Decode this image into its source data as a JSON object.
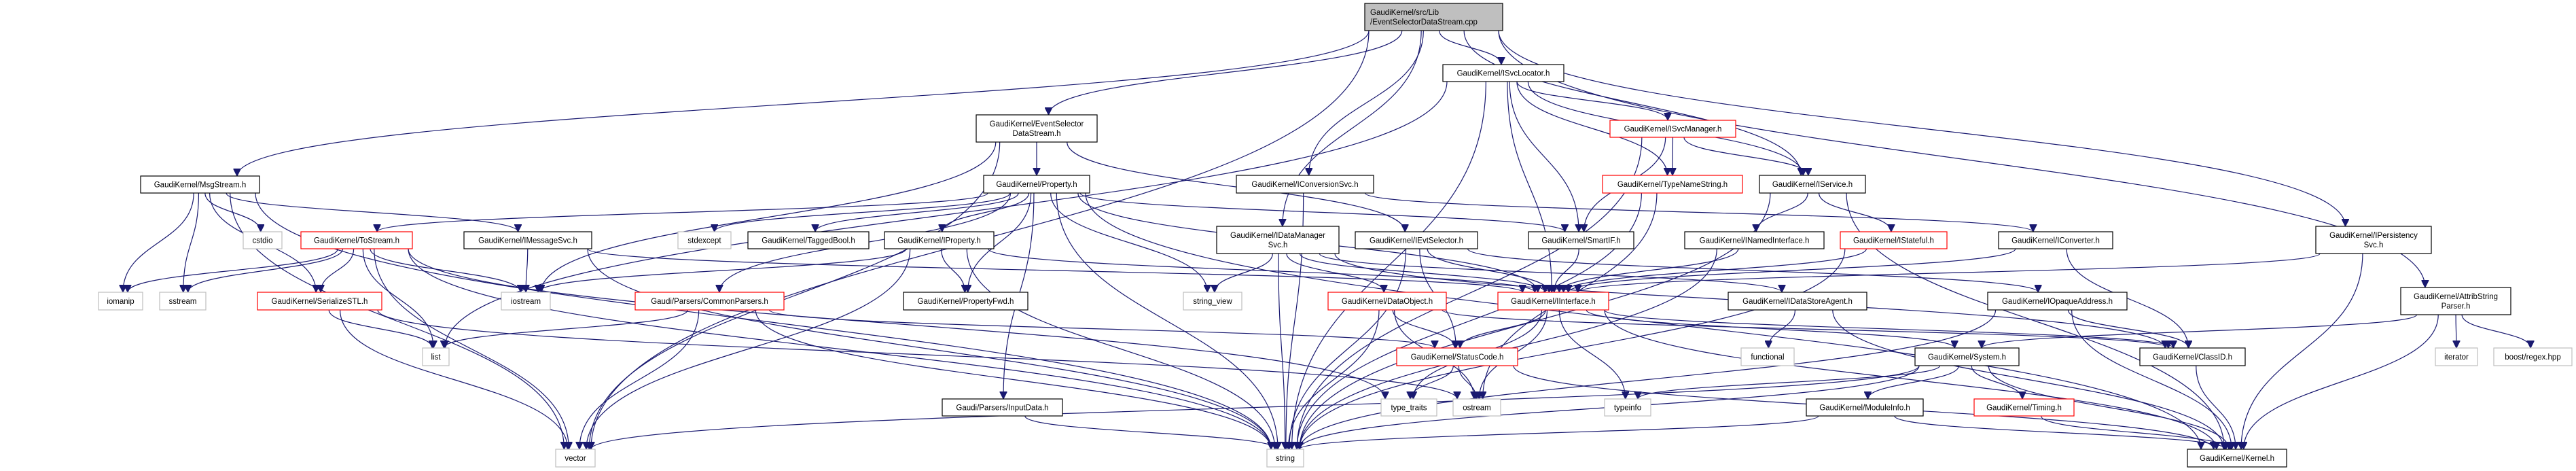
{
  "title": "GaudiKernel/src/Lib/EventSelectorDataStream.cpp include dependency graph",
  "colors": {
    "edge": "#191970",
    "root_fill": "#bfbfbf",
    "node_border": "#000000",
    "truncated_border": "#ff0000",
    "external_border": "#bfbfbf"
  },
  "nodes": [
    {
      "id": "root",
      "lines": [
        "GaudiKernel/src/Lib",
        "/EventSelectorDataStream.cpp"
      ],
      "kind": "root"
    },
    {
      "id": "svclocator",
      "lines": [
        "GaudiKernel/ISvcLocator.h"
      ],
      "kind": "normal"
    },
    {
      "id": "esds_h",
      "lines": [
        "GaudiKernel/EventSelector",
        "DataStream.h"
      ],
      "kind": "normal"
    },
    {
      "id": "svcmanager",
      "lines": [
        "GaudiKernel/ISvcManager.h"
      ],
      "kind": "red"
    },
    {
      "id": "msgstream",
      "lines": [
        "GaudiKernel/MsgStream.h"
      ],
      "kind": "normal"
    },
    {
      "id": "property",
      "lines": [
        "GaudiKernel/Property.h"
      ],
      "kind": "normal"
    },
    {
      "id": "conversionsvc",
      "lines": [
        "GaudiKernel/IConversionSvc.h"
      ],
      "kind": "normal"
    },
    {
      "id": "typenamestring",
      "lines": [
        "GaudiKernel/TypeNameString.h"
      ],
      "kind": "red"
    },
    {
      "id": "iservice",
      "lines": [
        "GaudiKernel/IService.h"
      ],
      "kind": "normal"
    },
    {
      "id": "cstdio",
      "lines": [
        "cstdio"
      ],
      "kind": "gray"
    },
    {
      "id": "tostream",
      "lines": [
        "GaudiKernel/ToStream.h"
      ],
      "kind": "red"
    },
    {
      "id": "imessagesvc",
      "lines": [
        "GaudiKernel/IMessageSvc.h"
      ],
      "kind": "normal"
    },
    {
      "id": "stdexcept",
      "lines": [
        "stdexcept"
      ],
      "kind": "gray"
    },
    {
      "id": "taggedbool",
      "lines": [
        "GaudiKernel/TaggedBool.h"
      ],
      "kind": "normal"
    },
    {
      "id": "iproperty",
      "lines": [
        "GaudiKernel/IProperty.h"
      ],
      "kind": "normal"
    },
    {
      "id": "idatamanagersvc",
      "lines": [
        "GaudiKernel/IDataManager",
        "Svc.h"
      ],
      "kind": "normal"
    },
    {
      "id": "ievtselector",
      "lines": [
        "GaudiKernel/IEvtSelector.h"
      ],
      "kind": "normal"
    },
    {
      "id": "smartif",
      "lines": [
        "GaudiKernel/SmartIF.h"
      ],
      "kind": "normal"
    },
    {
      "id": "inamedinterface",
      "lines": [
        "GaudiKernel/INamedInterface.h"
      ],
      "kind": "normal"
    },
    {
      "id": "istateful",
      "lines": [
        "GaudiKernel/IStateful.h"
      ],
      "kind": "red"
    },
    {
      "id": "iconverter",
      "lines": [
        "GaudiKernel/IConverter.h"
      ],
      "kind": "normal"
    },
    {
      "id": "ipersistencysvc",
      "lines": [
        "GaudiKernel/IPersistency",
        "Svc.h"
      ],
      "kind": "normal"
    },
    {
      "id": "iomanip",
      "lines": [
        "iomanip"
      ],
      "kind": "gray"
    },
    {
      "id": "sstream",
      "lines": [
        "sstream"
      ],
      "kind": "gray"
    },
    {
      "id": "serializestl",
      "lines": [
        "GaudiKernel/SerializeSTL.h"
      ],
      "kind": "red"
    },
    {
      "id": "iostream",
      "lines": [
        "iostream"
      ],
      "kind": "gray"
    },
    {
      "id": "commonparsers",
      "lines": [
        "Gaudi/Parsers/CommonParsers.h"
      ],
      "kind": "red"
    },
    {
      "id": "propertyfwd",
      "lines": [
        "GaudiKernel/PropertyFwd.h"
      ],
      "kind": "normal"
    },
    {
      "id": "string_view",
      "lines": [
        "string_view"
      ],
      "kind": "gray"
    },
    {
      "id": "dataobject",
      "lines": [
        "GaudiKernel/DataObject.h"
      ],
      "kind": "red"
    },
    {
      "id": "iinterface",
      "lines": [
        "GaudiKernel/IInterface.h"
      ],
      "kind": "red"
    },
    {
      "id": "idatastoreagent",
      "lines": [
        "GaudiKernel/IDataStoreAgent.h"
      ],
      "kind": "normal"
    },
    {
      "id": "iopaqueaddress",
      "lines": [
        "GaudiKernel/IOpaqueAddress.h"
      ],
      "kind": "normal"
    },
    {
      "id": "attribstringparser",
      "lines": [
        "GaudiKernel/AttribString",
        "Parser.h"
      ],
      "kind": "normal"
    },
    {
      "id": "list",
      "lines": [
        "list"
      ],
      "kind": "gray"
    },
    {
      "id": "statuscode",
      "lines": [
        "GaudiKernel/StatusCode.h"
      ],
      "kind": "red"
    },
    {
      "id": "functional",
      "lines": [
        "functional"
      ],
      "kind": "gray"
    },
    {
      "id": "system",
      "lines": [
        "GaudiKernel/System.h"
      ],
      "kind": "normal"
    },
    {
      "id": "classid",
      "lines": [
        "GaudiKernel/ClassID.h"
      ],
      "kind": "normal"
    },
    {
      "id": "iterator",
      "lines": [
        "iterator"
      ],
      "kind": "gray"
    },
    {
      "id": "boostregex",
      "lines": [
        "boost/regex.hpp"
      ],
      "kind": "gray"
    },
    {
      "id": "inputdata",
      "lines": [
        "Gaudi/Parsers/InputData.h"
      ],
      "kind": "normal"
    },
    {
      "id": "type_traits",
      "lines": [
        "type_traits"
      ],
      "kind": "gray"
    },
    {
      "id": "ostream",
      "lines": [
        "ostream"
      ],
      "kind": "gray"
    },
    {
      "id": "typeinfo",
      "lines": [
        "typeinfo"
      ],
      "kind": "gray"
    },
    {
      "id": "moduleinfo",
      "lines": [
        "GaudiKernel/ModuleInfo.h"
      ],
      "kind": "normal"
    },
    {
      "id": "timing",
      "lines": [
        "GaudiKernel/Timing.h"
      ],
      "kind": "red"
    },
    {
      "id": "vector",
      "lines": [
        "vector"
      ],
      "kind": "gray"
    },
    {
      "id": "string",
      "lines": [
        "string"
      ],
      "kind": "gray"
    },
    {
      "id": "kernel",
      "lines": [
        "GaudiKernel/Kernel.h"
      ],
      "kind": "normal"
    }
  ],
  "edges": [
    [
      "root",
      "msgstream"
    ],
    [
      "root",
      "esds_h"
    ],
    [
      "root",
      "idatamanagersvc"
    ],
    [
      "root",
      "conversionsvc"
    ],
    [
      "root",
      "svclocator"
    ],
    [
      "root",
      "iservice"
    ],
    [
      "root",
      "ipersistencysvc"
    ],
    [
      "root",
      "attribstringparser"
    ],
    [
      "root",
      "vector"
    ],
    [
      "svclocator",
      "list"
    ],
    [
      "svclocator",
      "string"
    ],
    [
      "svclocator",
      "iinterface"
    ],
    [
      "svclocator",
      "smartif"
    ],
    [
      "svclocator",
      "typenamestring"
    ],
    [
      "svclocator",
      "svcmanager"
    ],
    [
      "svclocator",
      "iservice"
    ],
    [
      "svcmanager",
      "smartif"
    ],
    [
      "svcmanager",
      "typenamestring"
    ],
    [
      "svcmanager",
      "iservice"
    ],
    [
      "svcmanager",
      "string"
    ],
    [
      "typenamestring",
      "ostream"
    ],
    [
      "typenamestring",
      "string"
    ],
    [
      "esds_h",
      "property"
    ],
    [
      "esds_h",
      "ievtselector"
    ],
    [
      "esds_h",
      "iostream"
    ],
    [
      "esds_h",
      "vector"
    ],
    [
      "msgstream",
      "cstdio"
    ],
    [
      "msgstream",
      "iomanip"
    ],
    [
      "msgstream",
      "sstream"
    ],
    [
      "msgstream",
      "serializestl"
    ],
    [
      "msgstream",
      "imessagesvc"
    ],
    [
      "msgstream",
      "vector"
    ],
    [
      "msgstream",
      "string"
    ],
    [
      "property",
      "tostream"
    ],
    [
      "property",
      "stdexcept"
    ],
    [
      "property",
      "taggedbool"
    ],
    [
      "property",
      "iproperty"
    ],
    [
      "property",
      "propertyfwd"
    ],
    [
      "property",
      "commonparsers"
    ],
    [
      "property",
      "inputdata"
    ],
    [
      "property",
      "string_view"
    ],
    [
      "property",
      "string"
    ],
    [
      "property",
      "smartif"
    ],
    [
      "property",
      "iinterface"
    ],
    [
      "property",
      "kernel"
    ],
    [
      "conversionsvc",
      "iconverter"
    ],
    [
      "conversionsvc",
      "string"
    ],
    [
      "iservice",
      "inamedinterface"
    ],
    [
      "iservice",
      "istateful"
    ],
    [
      "iservice",
      "kernel"
    ],
    [
      "iservice",
      "string"
    ],
    [
      "tostream",
      "iomanip"
    ],
    [
      "tostream",
      "sstream"
    ],
    [
      "tostream",
      "serializestl"
    ],
    [
      "tostream",
      "list"
    ],
    [
      "tostream",
      "iostream"
    ],
    [
      "tostream",
      "vector"
    ],
    [
      "tostream",
      "string"
    ],
    [
      "tostream",
      "type_traits"
    ],
    [
      "imessagesvc",
      "iostream"
    ],
    [
      "imessagesvc",
      "string"
    ],
    [
      "imessagesvc",
      "iinterface"
    ],
    [
      "iproperty",
      "propertyfwd"
    ],
    [
      "iproperty",
      "iinterface"
    ],
    [
      "iproperty",
      "vector"
    ],
    [
      "iproperty",
      "string"
    ],
    [
      "iproperty",
      "iostream"
    ],
    [
      "idatamanagersvc",
      "string_view"
    ],
    [
      "idatamanagersvc",
      "dataobject"
    ],
    [
      "idatamanagersvc",
      "iinterface"
    ],
    [
      "idatamanagersvc",
      "string"
    ],
    [
      "idatamanagersvc",
      "idatastoreagent"
    ],
    [
      "idatamanagersvc",
      "classid"
    ],
    [
      "ievtselector",
      "iinterface"
    ],
    [
      "ievtselector",
      "statuscode"
    ],
    [
      "ievtselector",
      "iopaqueaddress"
    ],
    [
      "ievtselector",
      "string"
    ],
    [
      "smartif",
      "iinterface"
    ],
    [
      "inamedinterface",
      "iinterface"
    ],
    [
      "inamedinterface",
      "string"
    ],
    [
      "istateful",
      "iinterface"
    ],
    [
      "istateful",
      "string"
    ],
    [
      "iconverter",
      "iinterface"
    ],
    [
      "iconverter",
      "classid"
    ],
    [
      "ipersistencysvc",
      "iinterface"
    ],
    [
      "ipersistencysvc",
      "kernel"
    ],
    [
      "serializestl",
      "list"
    ],
    [
      "serializestl",
      "vector"
    ],
    [
      "serializestl",
      "ostream"
    ],
    [
      "commonparsers",
      "list"
    ],
    [
      "commonparsers",
      "statuscode"
    ],
    [
      "commonparsers",
      "vector"
    ],
    [
      "commonparsers",
      "string"
    ],
    [
      "dataobject",
      "statuscode"
    ],
    [
      "dataobject",
      "classid"
    ],
    [
      "dataobject",
      "string"
    ],
    [
      "dataobject",
      "ostream"
    ],
    [
      "iinterface",
      "statuscode"
    ],
    [
      "iinterface",
      "ostream"
    ],
    [
      "iinterface",
      "typeinfo"
    ],
    [
      "iinterface",
      "system"
    ],
    [
      "iinterface",
      "classid"
    ],
    [
      "iinterface",
      "kernel"
    ],
    [
      "iinterface",
      "type_traits"
    ],
    [
      "idatastoreagent",
      "functional"
    ],
    [
      "idatastoreagent",
      "kernel"
    ],
    [
      "iopaqueaddress",
      "classid"
    ],
    [
      "iopaqueaddress",
      "kernel"
    ],
    [
      "iopaqueaddress",
      "string"
    ],
    [
      "attribstringparser",
      "system"
    ],
    [
      "attribstringparser",
      "iterator"
    ],
    [
      "attribstringparser",
      "boostregex"
    ],
    [
      "attribstringparser",
      "kernel"
    ],
    [
      "statuscode",
      "type_traits"
    ],
    [
      "statuscode",
      "ostream"
    ],
    [
      "statuscode",
      "kernel"
    ],
    [
      "system",
      "moduleinfo"
    ],
    [
      "system",
      "timing"
    ],
    [
      "system",
      "kernel"
    ],
    [
      "system",
      "string"
    ],
    [
      "system",
      "vector"
    ],
    [
      "system",
      "typeinfo"
    ],
    [
      "classid",
      "kernel"
    ],
    [
      "inputdata",
      "string"
    ],
    [
      "moduleinfo",
      "kernel"
    ],
    [
      "moduleinfo",
      "string"
    ],
    [
      "timing",
      "kernel"
    ]
  ]
}
